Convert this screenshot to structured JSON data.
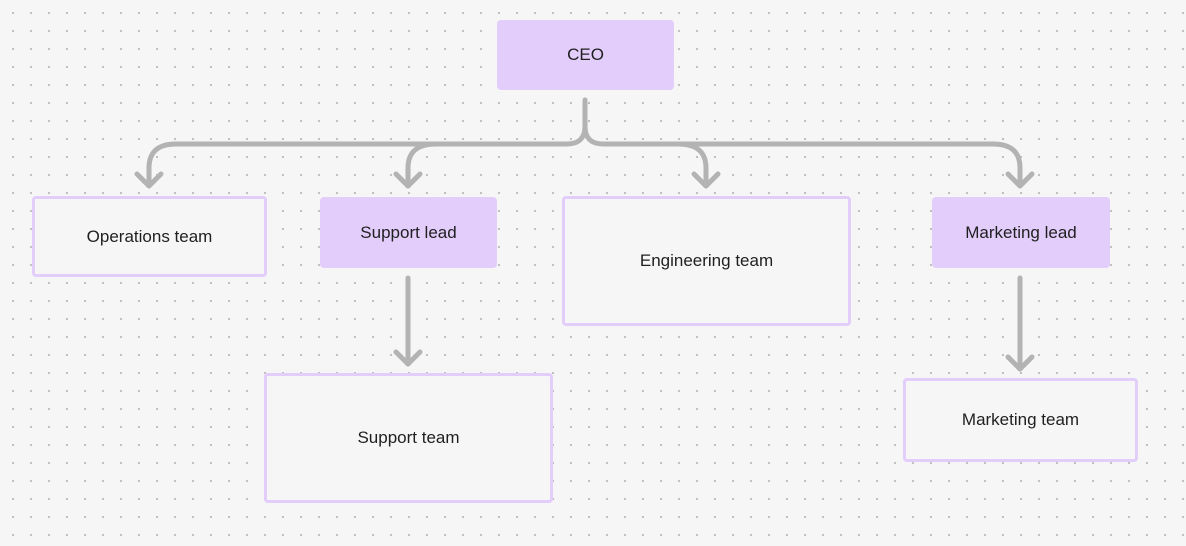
{
  "diagram": {
    "nodes": {
      "ceo": "CEO",
      "operations_team": "Operations team",
      "support_lead": "Support lead",
      "engineering_team": "Engineering team",
      "marketing_lead": "Marketing lead",
      "support_team": "Support team",
      "marketing_team": "Marketing team"
    },
    "edges": [
      {
        "from": "CEO",
        "to": "Operations team"
      },
      {
        "from": "CEO",
        "to": "Support lead"
      },
      {
        "from": "CEO",
        "to": "Engineering team"
      },
      {
        "from": "CEO",
        "to": "Marketing lead"
      },
      {
        "from": "Support lead",
        "to": "Support team"
      },
      {
        "from": "Marketing lead",
        "to": "Marketing team"
      }
    ],
    "colors": {
      "node_fill": "#e3cdfb",
      "node_border": "#e3cdfb",
      "connector": "#b3b3b3",
      "text": "#1f1f1f",
      "canvas": "#f6f6f6",
      "grid_dot": "#bdbdbd"
    }
  }
}
